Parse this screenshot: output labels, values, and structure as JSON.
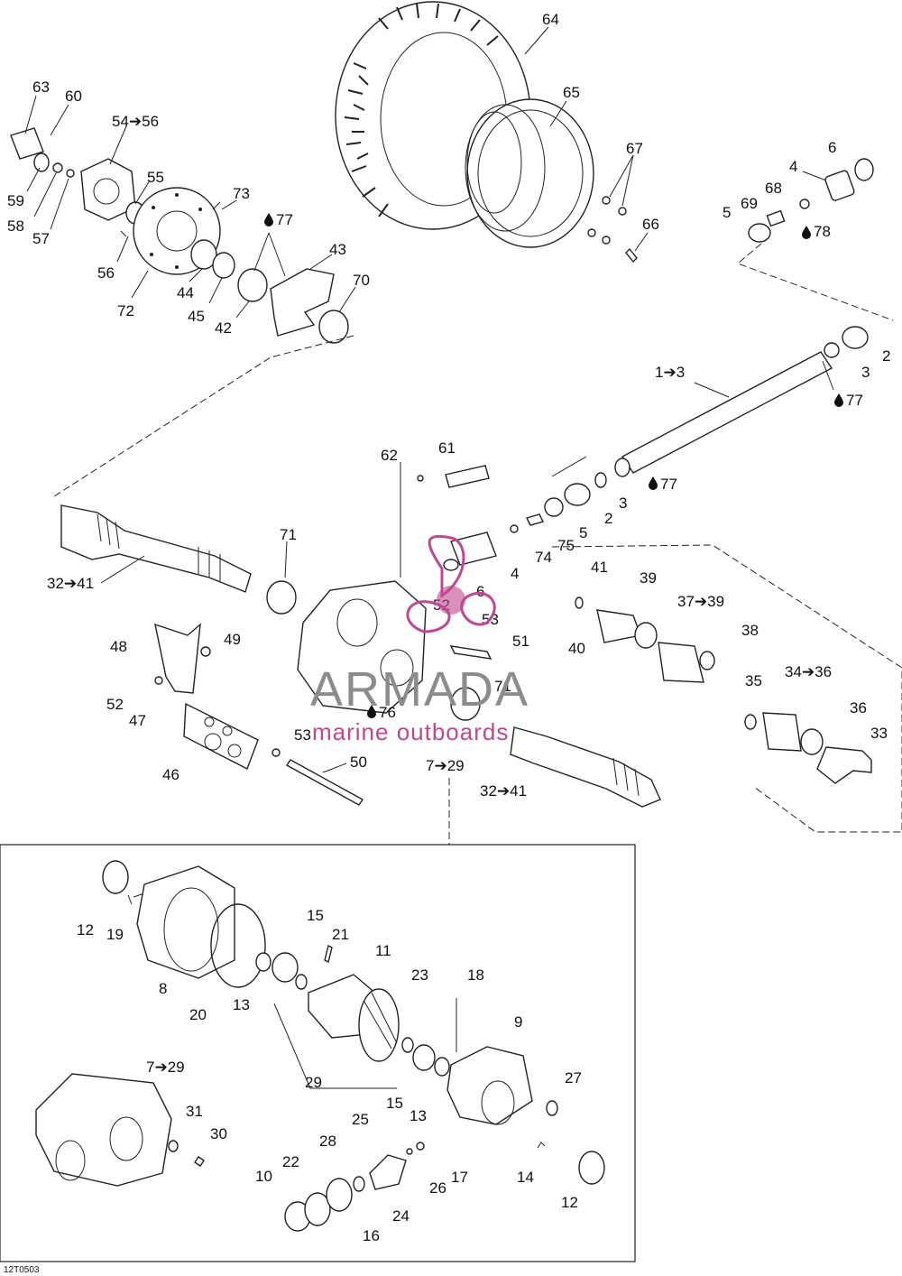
{
  "diagram_code": "12T0503",
  "watermark": {
    "brand": "ARMADA",
    "tagline": "marine outboards",
    "brand_color": "#c0488f",
    "text_color": "#8c8c8c"
  },
  "oil_icon": "oil-drop-icon",
  "callouts": {
    "c64": "64",
    "c65": "65",
    "c67": "67",
    "c66": "66",
    "c6a": "6",
    "c4a": "4",
    "c68": "68",
    "c69": "69",
    "c5a": "5",
    "c78": "78",
    "c63": "63",
    "c60": "60",
    "c54": "54➔56",
    "c55": "55",
    "c73": "73",
    "c77a": "77",
    "c59": "59",
    "c58": "58",
    "c57": "57",
    "c56": "56",
    "c43": "43",
    "c70": "70",
    "c72": "72",
    "c44": "44",
    "c45": "45",
    "c42": "42",
    "c2a": "2",
    "c3a": "3",
    "c1": "1➔3",
    "c77b": "77",
    "c62": "62",
    "c61": "61",
    "c3b": "3",
    "c2b": "2",
    "c77c": "77",
    "c5b": "5",
    "c75": "75",
    "c74": "74",
    "c4b": "4",
    "c6b": "6",
    "c32a": "32➔41",
    "c71a": "71",
    "c52a": "52",
    "c53a": "53",
    "c51": "51",
    "c48": "48",
    "c49": "49",
    "c52b": "52",
    "c47": "47",
    "c76": "76",
    "c71b": "71",
    "c53b": "53",
    "c50": "50",
    "c46": "46",
    "c7a": "7➔29",
    "c41": "41",
    "c39": "39",
    "c37": "37➔39",
    "c40": "40",
    "c38": "38",
    "c35": "35",
    "c34": "34➔36",
    "c36": "36",
    "c33": "33",
    "c32b": "32➔41",
    "c12a": "12",
    "c19": "19",
    "c15a": "15",
    "c21": "21",
    "c11": "11",
    "c8": "8",
    "c20": "20",
    "c13a": "13",
    "c23": "23",
    "c18": "18",
    "c9": "9",
    "c29": "29",
    "c15b": "15",
    "c13b": "13",
    "c7b": "7➔29",
    "c27": "27",
    "c31": "31",
    "c30": "30",
    "c25": "25",
    "c28": "28",
    "c22": "22",
    "c10": "10",
    "c24": "24",
    "c16": "16",
    "c26": "26",
    "c17": "17",
    "c14": "14",
    "c12b": "12"
  }
}
